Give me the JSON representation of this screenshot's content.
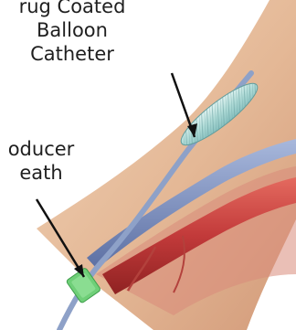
{
  "labels": {
    "balloon": [
      "rug Coated",
      "Balloon",
      "Catheter"
    ],
    "sheath": [
      "oducer",
      "eath"
    ]
  },
  "colors": {
    "background": "#ffffff",
    "skin": "#e7c0a0",
    "artery": "#c23a3a",
    "vein": "#6f83b5",
    "catheter": "#8ea1c8",
    "sheath": "#6fcf78",
    "balloon": "#b8dede",
    "arrow": "#111111"
  }
}
